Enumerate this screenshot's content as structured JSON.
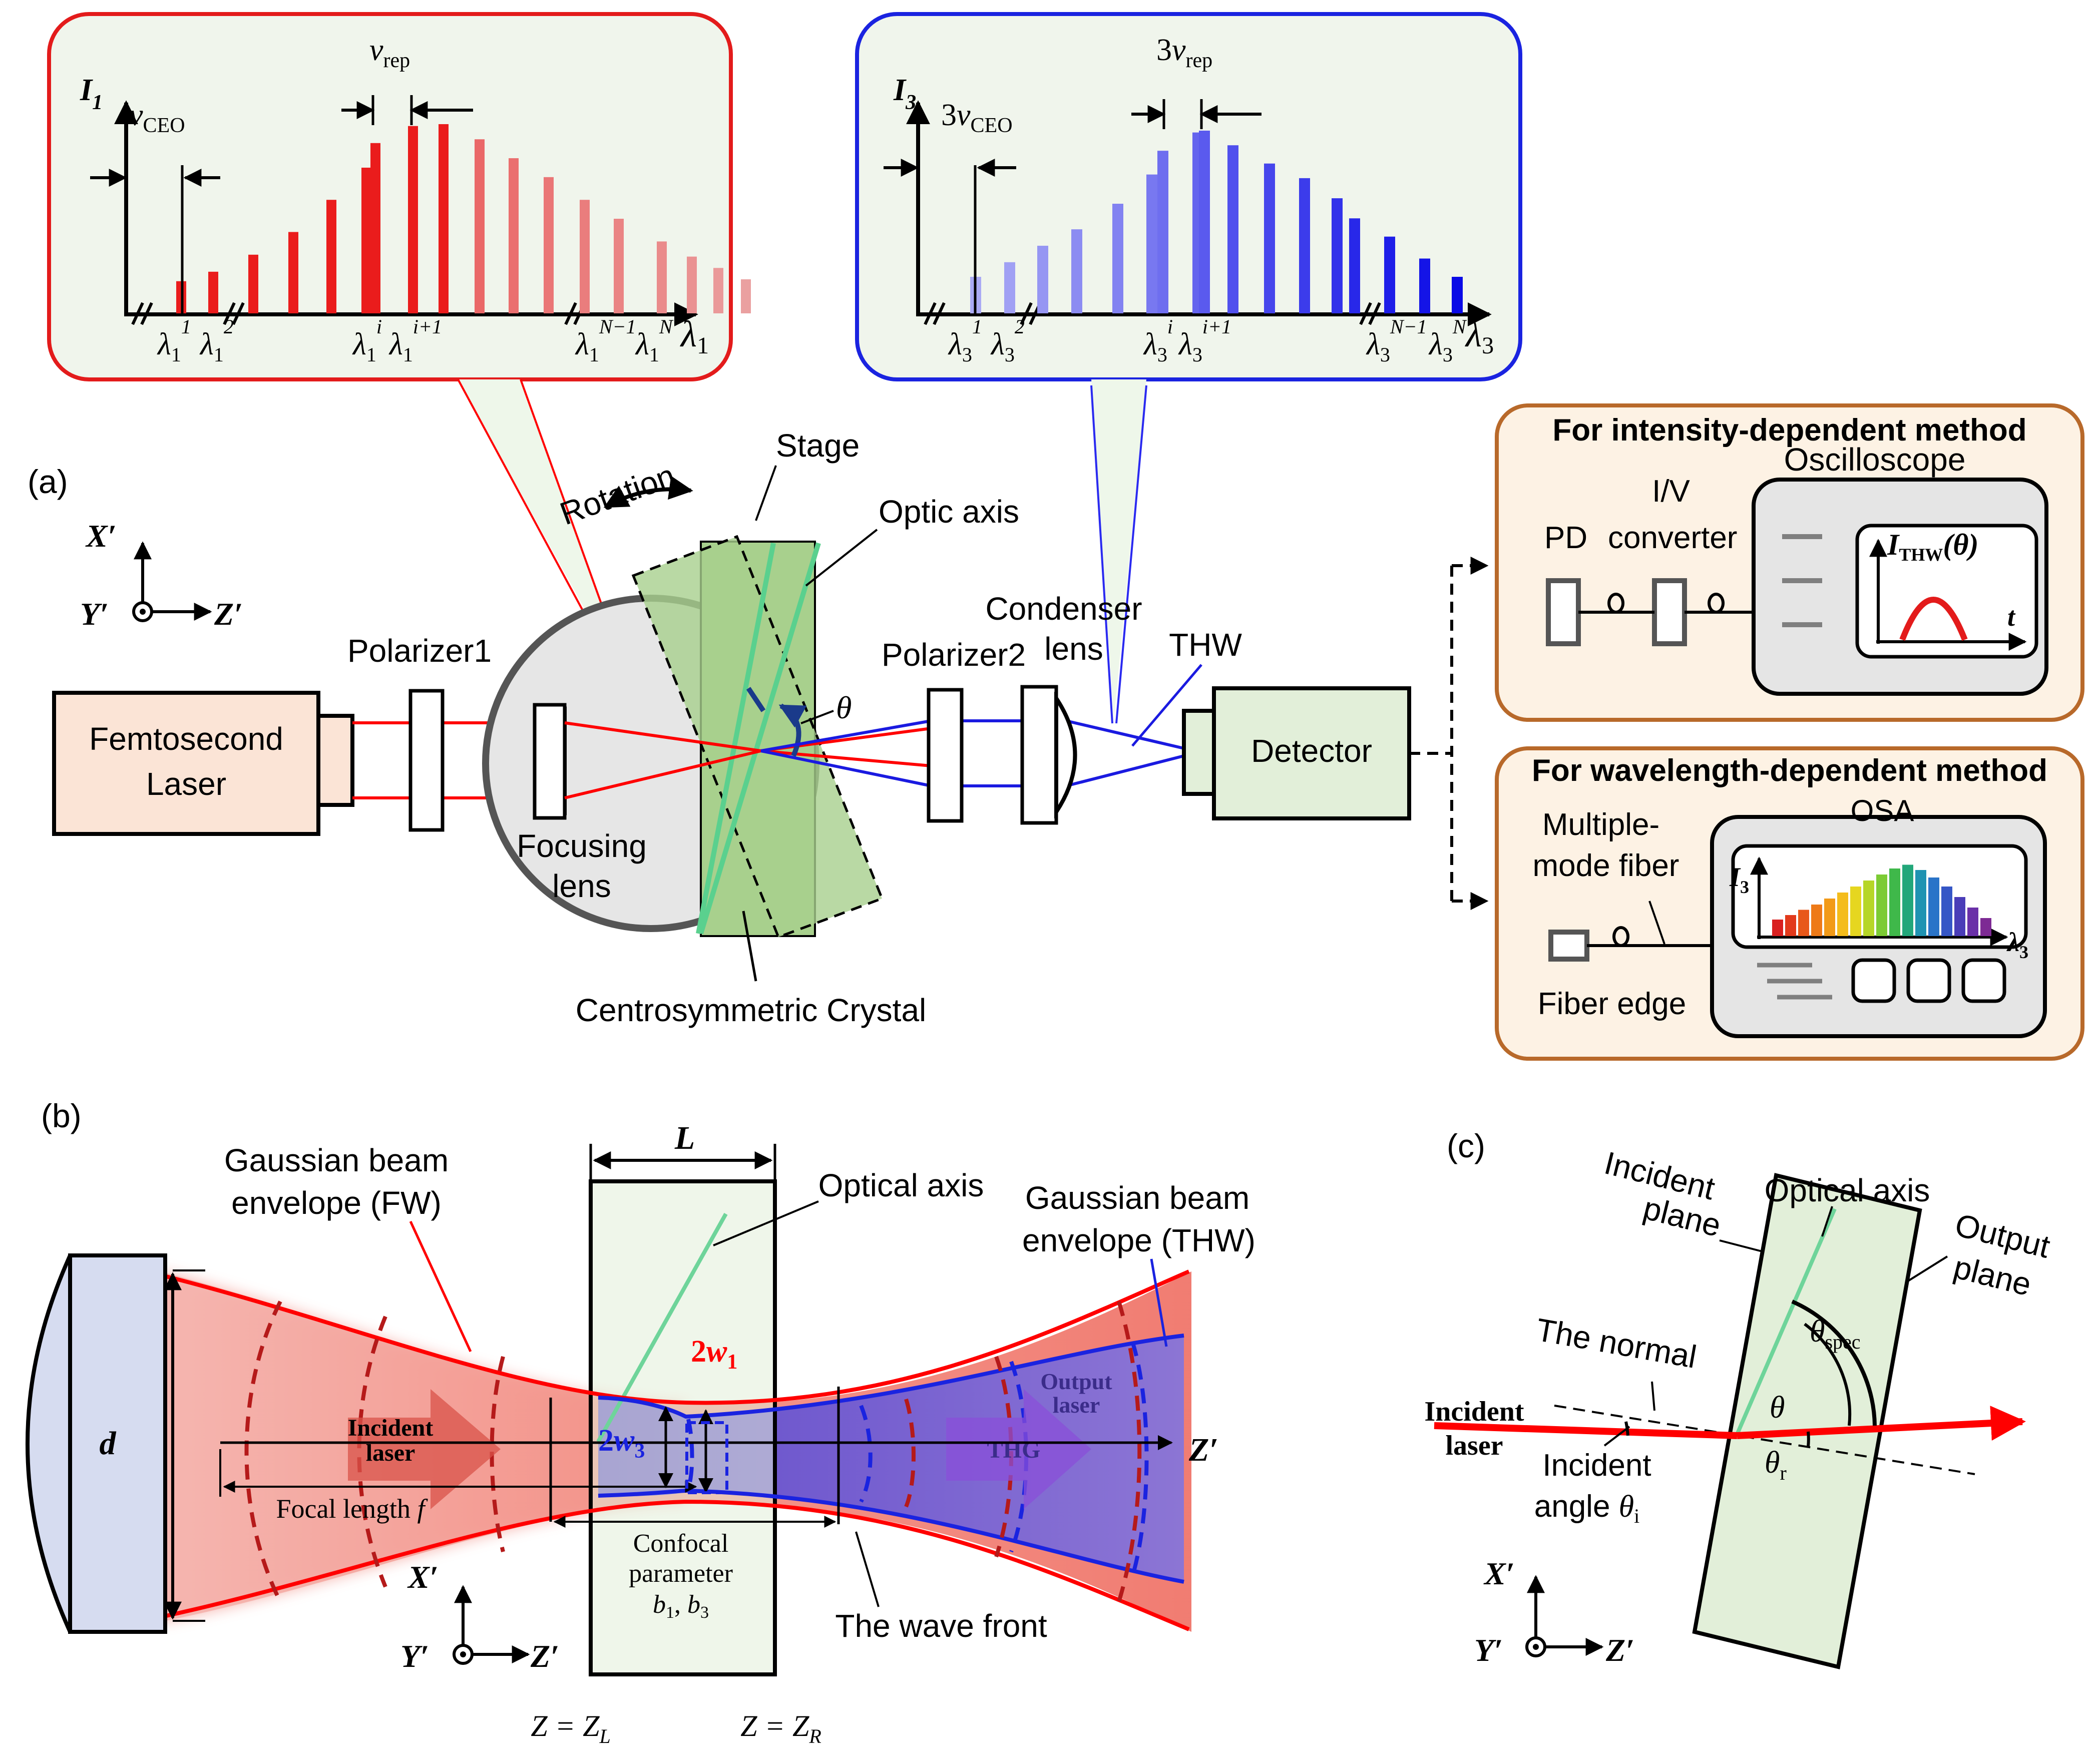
{
  "panels": {
    "a": "(a)",
    "b": "(b)",
    "c": "(c)"
  },
  "comb_red": {
    "y_label": "I",
    "y_sub": "1",
    "ceo_label": "ν",
    "ceo_sub": "CEO",
    "rep_label": "ν",
    "rep_sub": "rep",
    "x_label": "λ",
    "x_sub": "1",
    "ticks": [
      {
        "base": "λ",
        "sub": "1",
        "sup": "1"
      },
      {
        "base": "λ",
        "sub": "1",
        "sup": "2"
      },
      {
        "base": "λ",
        "sub": "1",
        "sup": "i"
      },
      {
        "base": "λ",
        "sub": "1",
        "sup": "i+1"
      },
      {
        "base": "λ",
        "sub": "1",
        "sup": "N−1"
      },
      {
        "base": "λ",
        "sub": "1",
        "sup": "N"
      }
    ],
    "bars": [
      0.17,
      0.22,
      0.31,
      0.43,
      0.6,
      0.77,
      0.9,
      0.99,
      1.0,
      0.92,
      0.82,
      0.72,
      0.6,
      0.5,
      0.38,
      0.3,
      0.24,
      0.18
    ]
  },
  "comb_blue": {
    "y_label": "I",
    "y_sub": "3",
    "ceo_prefix": "3",
    "ceo_label": "ν",
    "ceo_sub": "CEO",
    "rep_prefix": "3",
    "rep_label": "ν",
    "rep_sub": "rep",
    "x_label": "λ",
    "x_sub": "3",
    "ticks": [
      {
        "base": "λ",
        "sub": "3",
        "sup": "1"
      },
      {
        "base": "λ",
        "sub": "3",
        "sup": "2"
      },
      {
        "base": "λ",
        "sub": "3",
        "sup": "i"
      },
      {
        "base": "λ",
        "sub": "3",
        "sup": "i+1"
      },
      {
        "base": "λ",
        "sub": "3",
        "sup": "N−1"
      },
      {
        "base": "λ",
        "sub": "3",
        "sup": "N"
      }
    ],
    "bars": [
      0.2,
      0.28,
      0.37,
      0.46,
      0.6,
      0.76,
      0.89,
      0.99,
      1.0,
      0.92,
      0.82,
      0.74,
      0.63,
      0.52,
      0.42,
      0.3,
      0.2
    ]
  },
  "setup": {
    "laser_line1": "Femtosecond",
    "laser_line2": "Laser",
    "polarizer1": "Polarizer1",
    "polarizer2": "Polarizer2",
    "focusing1": "Focusing",
    "focusing2": "lens",
    "rotation": "Rotation",
    "stage": "Stage",
    "optic_axis": "Optic axis",
    "theta": "θ",
    "crystal": "Centrosymmetric Crystal",
    "condenser1": "Condenser",
    "condenser2": "lens",
    "thw": "THW",
    "detector": "Detector",
    "axis_x": "X′",
    "axis_y": "Y′",
    "axis_z": "Z′"
  },
  "intensity_box": {
    "title": "For intensity-dependent method",
    "oscilloscope": "Oscilloscope",
    "iv": "I/V",
    "pd": "PD",
    "converter": "converter",
    "signal_label": "I",
    "signal_sub": "THW",
    "signal_arg": "(θ)",
    "time_label": "t"
  },
  "wavelength_box": {
    "title": "For wavelength-dependent method",
    "osa": "OSA",
    "fiber1": "Multiple-",
    "fiber2": "mode fiber",
    "fiber_edge": "Fiber edge",
    "y_label": "I",
    "y_sub": "3",
    "x_label": "λ",
    "x_sub": "3",
    "spectrum_colors": [
      "#d92020",
      "#e23a1c",
      "#e8581a",
      "#ee7a18",
      "#f29a18",
      "#f4bc1c",
      "#e6d620",
      "#b6d628",
      "#7ccb34",
      "#3fb84a",
      "#22a77a",
      "#1f93b2",
      "#2a74c8",
      "#3556c6",
      "#4a3db8",
      "#6a30a8",
      "#7d2a94"
    ],
    "spectrum_levels": [
      0.22,
      0.28,
      0.35,
      0.42,
      0.5,
      0.58,
      0.66,
      0.74,
      0.82,
      0.9,
      0.95,
      0.88,
      0.78,
      0.66,
      0.52,
      0.38,
      0.24
    ]
  },
  "beam": {
    "gauss_fw_1": "Gaussian beam",
    "gauss_fw_2": "envelope (FW)",
    "gauss_thw_1": "Gaussian beam",
    "gauss_thw_2": "envelope (THW)",
    "optical_axis": "Optical axis",
    "L": "L",
    "d": "d",
    "w1_prefix": "2",
    "w1": "w",
    "w1_sub": "1",
    "w3_prefix": "2",
    "w3": "w",
    "w3_sub": "3",
    "incident_1": "Incident",
    "incident_2": "laser",
    "output_1": "Output",
    "output_2": "laser",
    "thg": "THG",
    "focal_length": "Focal length",
    "focal_f": "f",
    "confocal_1": "Confocal",
    "confocal_2": "parameter",
    "confocal_3a": "b",
    "confocal_3a_sub": "1",
    "confocal_3sep": ", ",
    "confocal_3b": "b",
    "confocal_3b_sub": "3",
    "wave_front": "The wave front",
    "zl_pre": "Z = Z",
    "zl_sub": "L",
    "zr_pre": "Z = Z",
    "zr_sub": "R",
    "axis_x": "X′",
    "axis_y": "Y′",
    "axis_z": "Z′"
  },
  "refraction": {
    "optical_axis": "Optical axis",
    "incident_plane_1": "Incident",
    "incident_plane_2": "plane",
    "output_plane_1": "Output",
    "output_plane_2": "plane",
    "normal": "The normal",
    "incident_laser_1": "Incident",
    "incident_laser_2": "laser",
    "incident_angle_1": "Incident",
    "incident_angle_2": "angle",
    "theta_i": "θ",
    "theta_i_sub": "i",
    "theta_spec": "θ",
    "theta_spec_sub": "spec",
    "theta": "θ",
    "theta_r": "θ",
    "theta_r_sub": "r",
    "axis_x": "X′",
    "axis_y": "Y′",
    "axis_z": "Z′"
  }
}
